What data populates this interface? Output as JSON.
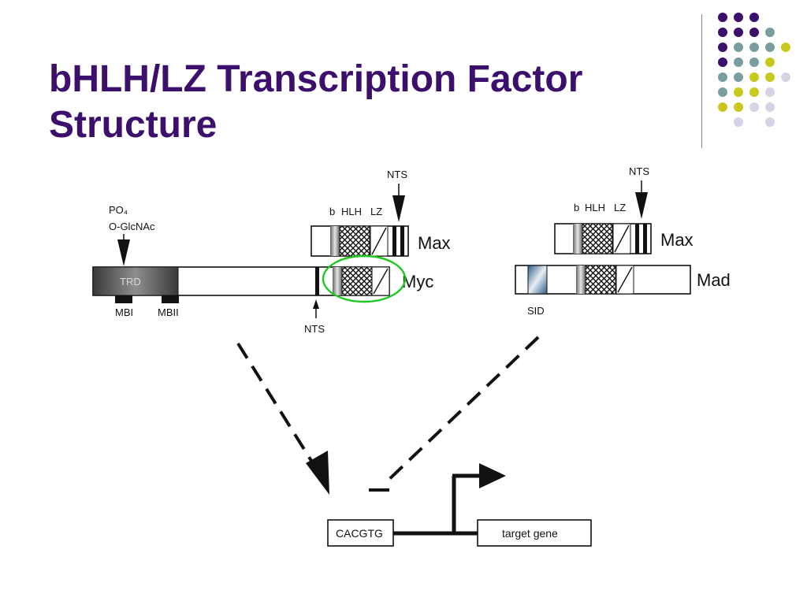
{
  "slide": {
    "title_line1": "bHLH/LZ  Transcription Factor",
    "title_line2": "Structure"
  },
  "theme": {
    "title_color": "#3b0f6b",
    "dot_colors": [
      "#3b0f6b",
      "#7a9e9f",
      "#c8c81e",
      "#d4d4e6"
    ]
  },
  "diagram": {
    "myc_max": {
      "nts_top": "NTS",
      "domain_b": "b",
      "domain_hlh": "HLH",
      "domain_lz": "LZ",
      "max_label": "Max",
      "myc_label": "Myc",
      "mod_po4": "PO₄",
      "mod_glcnac": "O-GlcNAc",
      "trd_label": "TRD",
      "mbi_label": "MBI",
      "mbii_label": "MBII",
      "nts_bottom": "NTS"
    },
    "mad_max": {
      "nts_top": "NTS",
      "domain_b": "b",
      "domain_hlh": "HLH",
      "domain_lz": "LZ",
      "max_label": "Max",
      "mad_label": "Mad",
      "sid_label": "SID"
    },
    "promoter": {
      "ebox_label": "CACGTG",
      "gene_label": "target gene"
    }
  }
}
